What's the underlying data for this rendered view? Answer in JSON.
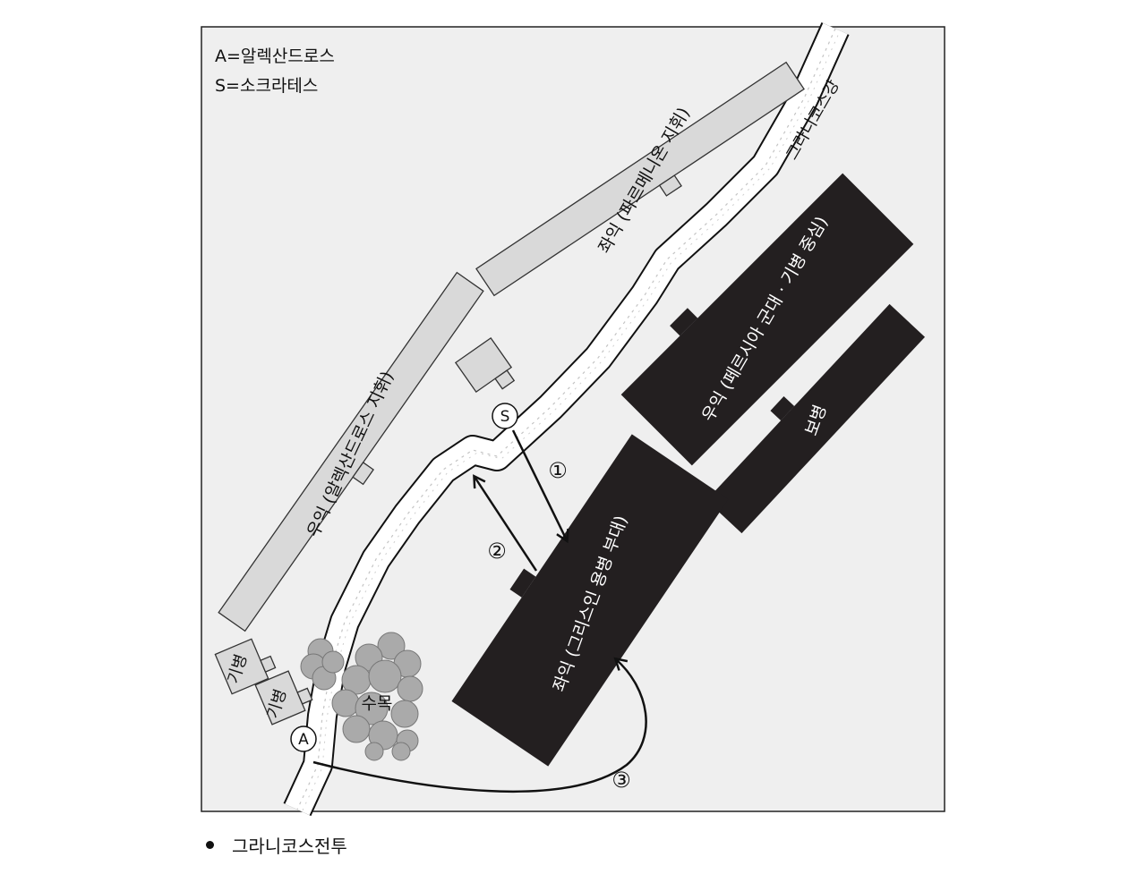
{
  "legend": {
    "line1": "A=알렉산드로스",
    "line2": "S=소크라테스"
  },
  "river": {
    "label": "그라니코스강"
  },
  "units": {
    "left_wing_parmenion": "좌익 (파르메니온 지휘)",
    "right_wing_alexander": "우익 (알렉산드로스 지휘)",
    "cavalry_1": "기병",
    "cavalry_2": "기병",
    "persian_right_wing": "우익 (페르시아 군대 · 기병 중심)",
    "infantry": "보병",
    "greek_mercenaries": "좌익 (그리스인 용병 부대)"
  },
  "trees": {
    "label": "수목"
  },
  "markers": {
    "a": "A",
    "s": "S"
  },
  "moves": {
    "m1": "①",
    "m2": "②",
    "m3": "③"
  },
  "caption": "그라니코스전투",
  "colors": {
    "map_bg": "#efefef",
    "allied_unit": "#d9d9d9",
    "persian_unit": "#231f20",
    "tree": "#aaaaaa"
  }
}
